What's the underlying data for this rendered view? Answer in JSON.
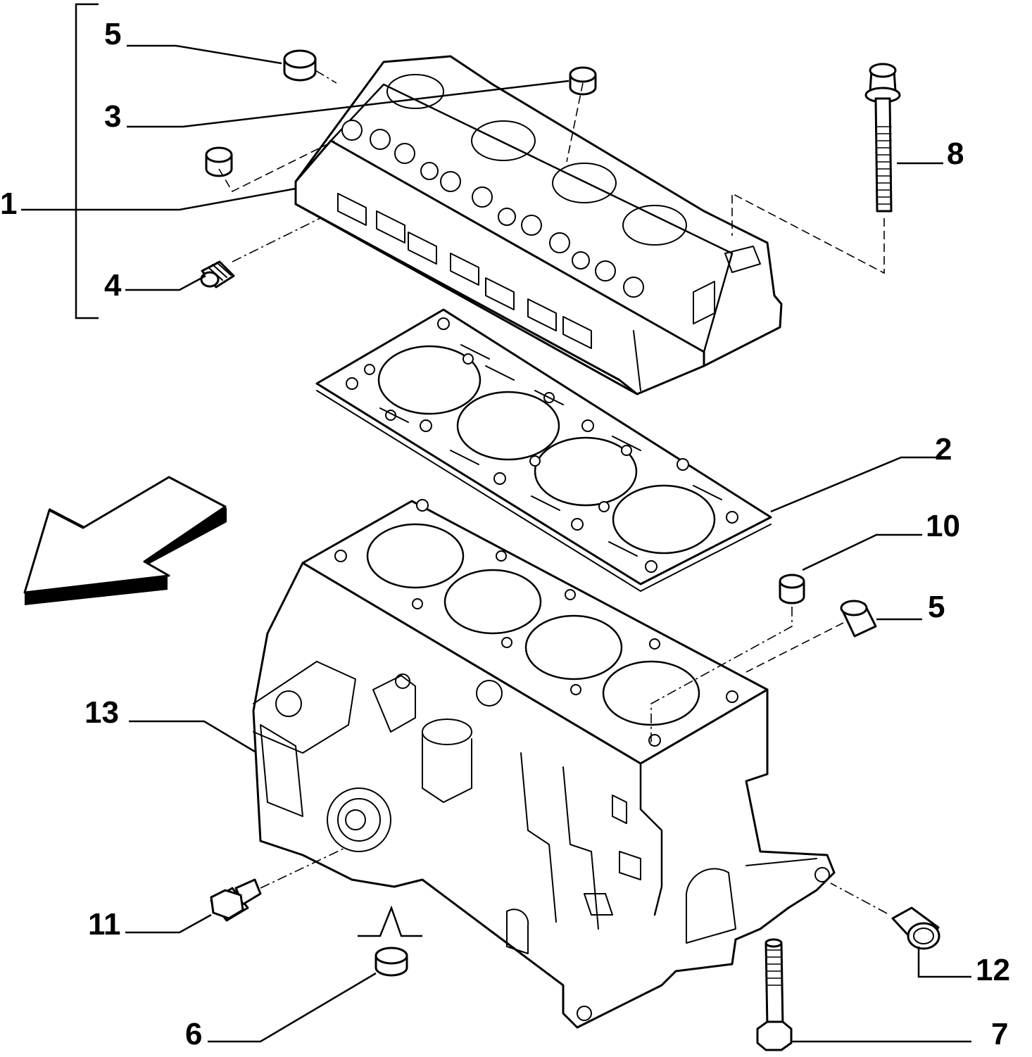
{
  "diagram": {
    "callouts": [
      {
        "id": "c1",
        "label": "1"
      },
      {
        "id": "c2",
        "label": "2"
      },
      {
        "id": "c3",
        "label": "3"
      },
      {
        "id": "c4",
        "label": "4"
      },
      {
        "id": "c5a",
        "label": "5"
      },
      {
        "id": "c5b",
        "label": "5"
      },
      {
        "id": "c6",
        "label": "6"
      },
      {
        "id": "c7",
        "label": "7"
      },
      {
        "id": "c8",
        "label": "8"
      },
      {
        "id": "c10",
        "label": "10"
      },
      {
        "id": "c11",
        "label": "11"
      },
      {
        "id": "c12",
        "label": "12"
      },
      {
        "id": "c13",
        "label": "13"
      }
    ]
  }
}
